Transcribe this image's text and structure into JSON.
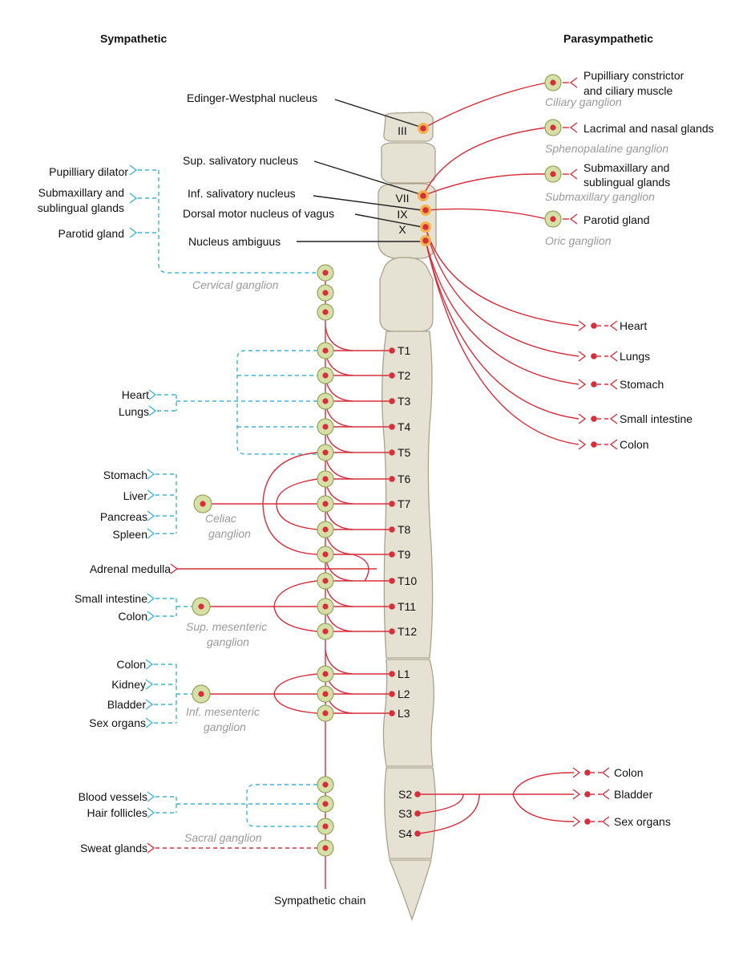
{
  "colors": {
    "red": "#d62f3c",
    "blue": "#3fb4d6",
    "cord_fill": "#e6e2d3",
    "cord_stroke": "#a9a38c",
    "ganglion_fill": "#d6dfa6",
    "ganglion_stroke": "#93a35a",
    "nucleus_fill": "#f4b24d",
    "text": "#111111",
    "italic_gray": "#9a9a9a"
  },
  "headers": {
    "sympathetic": "Sympathetic",
    "parasympathetic": "Parasympathetic"
  },
  "cranial_nerves": [
    "III",
    "VII",
    "IX",
    "X"
  ],
  "brainstem_nuclei": [
    "Edinger-Westphal nucleus",
    "Sup. salivatory nucleus",
    "Inf. salivatory nucleus",
    "Dorsal motor nucleus of vagus",
    "Nucleus ambiguus"
  ],
  "cranial_targets": [
    {
      "target": [
        "Pupilliary constrictor",
        "and ciliary muscle"
      ],
      "ganglion": "Ciliary ganglion"
    },
    {
      "target": [
        "Lacrimal and nasal glands"
      ],
      "ganglion": "Sphenopalatine ganglion"
    },
    {
      "target": [
        "Submaxillary and",
        "sublingual glands"
      ],
      "ganglion": "Submaxillary ganglion"
    },
    {
      "target": [
        "Parotid gland"
      ],
      "ganglion": "Oric ganglion"
    }
  ],
  "vagal_targets": [
    "Heart",
    "Lungs",
    "Stomach",
    "Small intestine",
    "Colon"
  ],
  "spinal_segments": [
    "T1",
    "T2",
    "T3",
    "T4",
    "T5",
    "T6",
    "T7",
    "T8",
    "T9",
    "T10",
    "T11",
    "T12",
    "L1",
    "L2",
    "L3"
  ],
  "sacral_segments": [
    "S2",
    "S3",
    "S4"
  ],
  "sacral_targets": [
    "Colon",
    "Bladder",
    "Sex organs"
  ],
  "symp_targets": {
    "cervical": [
      "Pupilliary dilator",
      "Submaxillary and",
      "sublingual glands",
      "Parotid gland"
    ],
    "thoracic": [
      "Heart",
      "Lungs"
    ],
    "celiac": [
      "Stomach",
      "Liver",
      "Pancreas",
      "Spleen"
    ],
    "adrenal": "Adrenal medulla",
    "sup_mesenteric": [
      "Small intestine",
      "Colon"
    ],
    "inf_mesenteric": [
      "Colon",
      "Kidney",
      "Bladder",
      "Sex organs"
    ],
    "sacral": [
      "Blood vessels",
      "Hair follicles"
    ],
    "sweat": "Sweat glands"
  },
  "symp_ganglia": {
    "cervical": "Cervical ganglion",
    "celiac": [
      "Celiac",
      "ganglion"
    ],
    "sup_mesenteric": [
      "Sup. mesenteric",
      "ganglion"
    ],
    "inf_mesenteric": [
      "Inf. mesenteric",
      "ganglion"
    ],
    "sacral": "Sacral ganglion"
  },
  "chain_label": "Sympathetic chain"
}
